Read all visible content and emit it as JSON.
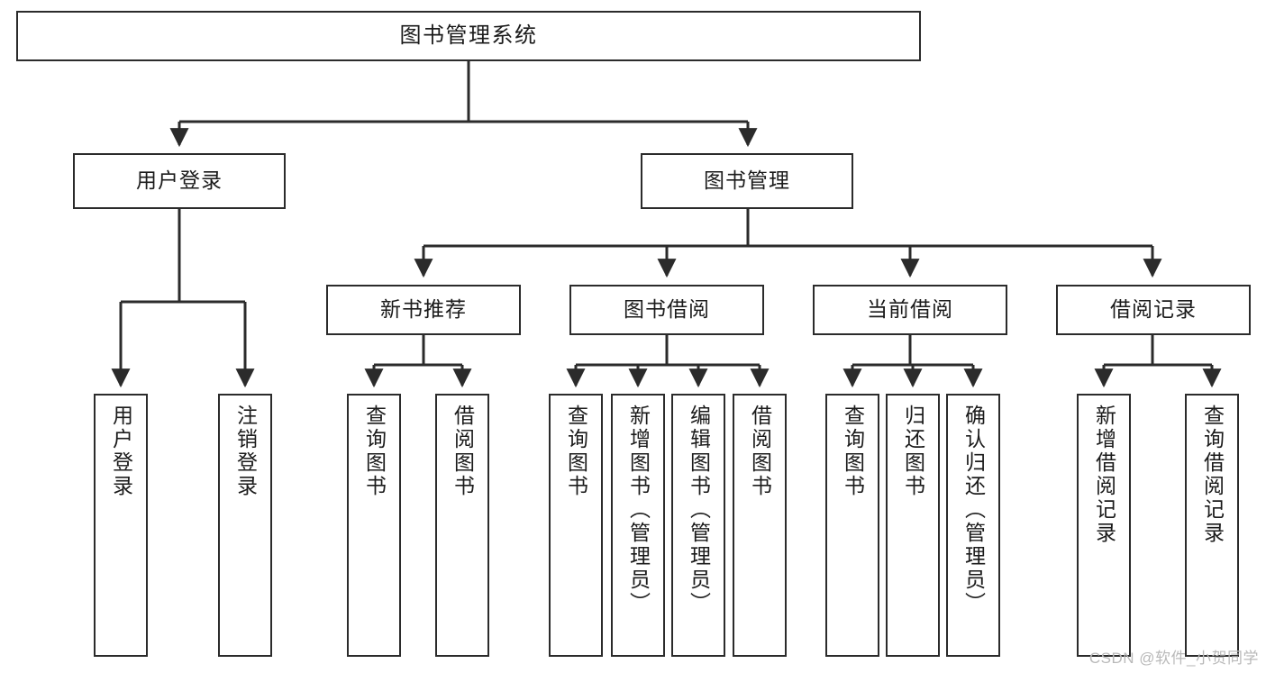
{
  "diagram": {
    "title": "图书管理系统",
    "type": "tree-hierarchy",
    "watermark": "CSDN @软件_小贺同学",
    "colors": {
      "box_border": "#2b2b2b",
      "box_fill": "#ffffff",
      "connector": "#2b2b2b",
      "text": "#1b1b1b",
      "watermark": "#b9b9b9",
      "background": "#ffffff"
    },
    "nodes": {
      "root": {
        "label": "图书管理系统"
      },
      "level2": [
        {
          "id": "user-login",
          "label": "用户登录"
        },
        {
          "id": "book-manage",
          "label": "图书管理"
        }
      ],
      "level3": [
        {
          "id": "new-book-recommend",
          "label": "新书推荐"
        },
        {
          "id": "book-borrow",
          "label": "图书借阅"
        },
        {
          "id": "current-borrow",
          "label": "当前借阅"
        },
        {
          "id": "borrow-record",
          "label": "借阅记录"
        }
      ],
      "leaves": {
        "user_login": [
          {
            "id": "leaf-user-login",
            "label": "用户登录"
          },
          {
            "id": "leaf-logout-login",
            "label": "注销登录"
          }
        ],
        "new_book_recommend": [
          {
            "id": "leaf-query-book-1",
            "label": "查询图书"
          },
          {
            "id": "leaf-borrow-book-1",
            "label": "借阅图书"
          }
        ],
        "book_borrow": [
          {
            "id": "leaf-query-book-2",
            "label": "查询图书"
          },
          {
            "id": "leaf-add-book-admin",
            "label": "新增图书（管理员）"
          },
          {
            "id": "leaf-edit-book-admin",
            "label": "编辑图书（管理员）"
          },
          {
            "id": "leaf-borrow-book-2",
            "label": "借阅图书"
          }
        ],
        "current_borrow": [
          {
            "id": "leaf-query-book-3",
            "label": "查询图书"
          },
          {
            "id": "leaf-return-book",
            "label": "归还图书"
          },
          {
            "id": "leaf-confirm-return-admin",
            "label": "确认归还（管理员）"
          }
        ],
        "borrow_record": [
          {
            "id": "leaf-add-borrow-record",
            "label": "新增借阅记录"
          },
          {
            "id": "leaf-query-borrow-record",
            "label": "查询借阅记录"
          }
        ]
      }
    }
  }
}
